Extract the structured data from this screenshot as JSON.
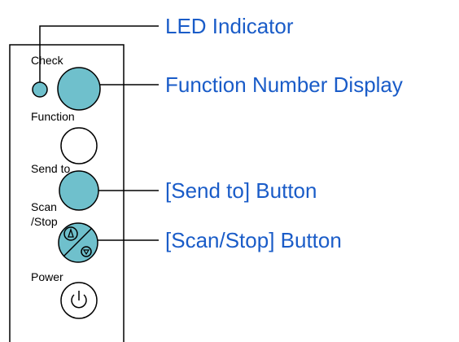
{
  "panel": {
    "labels": {
      "check": "Check",
      "function": "Function",
      "send_to": "Send to",
      "scan": "Scan",
      "stop": "/Stop",
      "power": "Power"
    }
  },
  "callouts": {
    "led_indicator": "LED Indicator",
    "function_number_display": "Function Number Display",
    "send_to_button": "[Send to] Button",
    "scan_stop_button": "[Scan/Stop] Button"
  },
  "colors": {
    "highlight_fill": "#6fc0cc",
    "callout_text": "#1a5cc8",
    "outline": "#000000"
  },
  "icons": {
    "scan_stop": "scan-stop-icon",
    "power": "power-icon"
  }
}
